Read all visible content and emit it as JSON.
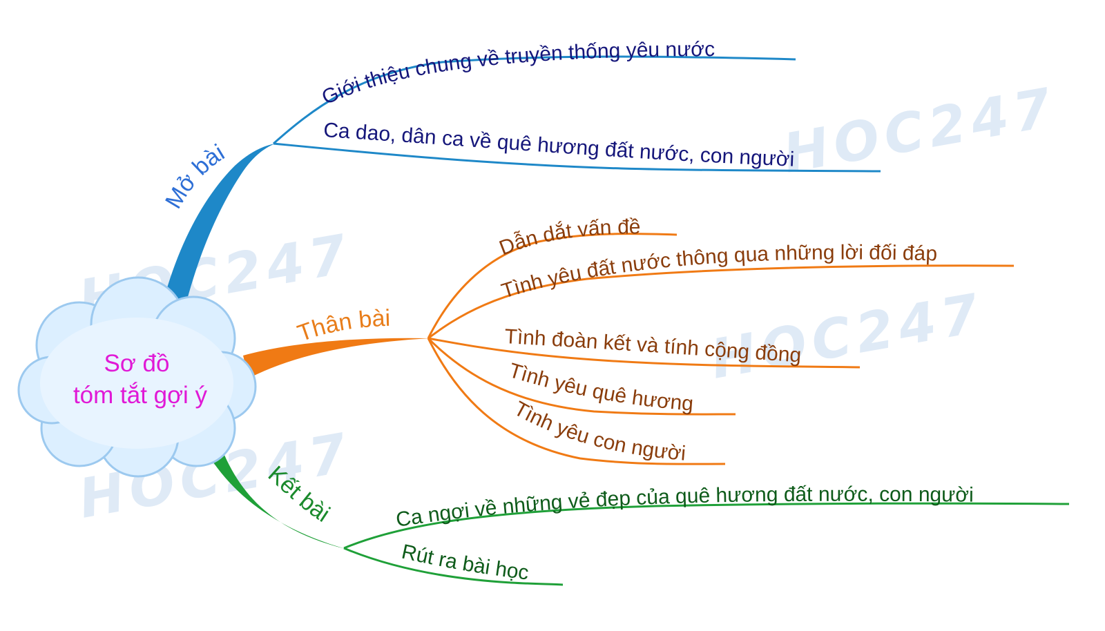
{
  "center": {
    "line1": "Sơ đồ",
    "line2": "tóm tắt gợi ý"
  },
  "watermark": "HOC247",
  "colors": {
    "center_text": "#e019d6",
    "mo_bai": "#1e88c8",
    "mo_bai_text": "#15167a",
    "mo_bai_label": "#2e6fd6",
    "than_bai": "#f07a14",
    "than_bai_text": "#8a3d0c",
    "than_bai_label": "#e87d1a",
    "ket_bai": "#1fa038",
    "ket_bai_text": "#0e5b1a",
    "ket_bai_label": "#1a8a2c"
  },
  "branches": {
    "mo_bai": {
      "label": "Mở bài",
      "items": [
        "Giới thiệu chung về truyền thống yêu nước",
        "Ca dao, dân ca về quê hương đất nước, con người"
      ]
    },
    "than_bai": {
      "label": "Thân bài",
      "items": [
        "Dẫn dắt vấn đề",
        "Tình yêu đất nước thông qua những lời đối đáp",
        "Tình đoàn kết và tính cộng đồng",
        "Tình yêu quê hương",
        "Tình yêu con người"
      ]
    },
    "ket_bai": {
      "label": "Kết bài",
      "items": [
        "Ca ngợi về những vẻ đẹp của quê hương đất nước, con người",
        "Rút ra bài học"
      ]
    }
  }
}
